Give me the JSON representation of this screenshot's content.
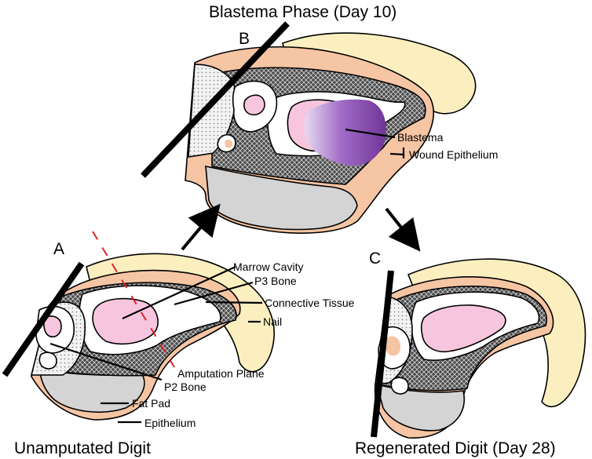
{
  "titles": {
    "top": "Blastema Phase (Day 10)",
    "bottom_left": "Unamputated Digit",
    "bottom_right": "Regenerated Digit (Day 28)"
  },
  "panels": {
    "a": "A",
    "b": "B",
    "c": "C"
  },
  "labels": {
    "blastema": "Blastema",
    "wound_epithelium": "Wound Epithelium",
    "marrow_cavity": "Marrow Cavity",
    "p3_bone": "P3 Bone",
    "connective_tissue": "Connective Tissue",
    "nail": "Nail",
    "amputation_plane": "Amputation Plane",
    "p2_bone": "P2 Bone",
    "fat_pad": "Fat Pad",
    "epithelium": "Epithelium"
  },
  "colors": {
    "skin": "#F5C5A4",
    "nail": "#FBEFC0",
    "marrow": "#F7C6DE",
    "fat_pad": "#D4D4D4",
    "connective_hatch": "#3A3A3A",
    "blastema_purple": "#8A4FB0",
    "amputation_line": "#E0202A"
  }
}
